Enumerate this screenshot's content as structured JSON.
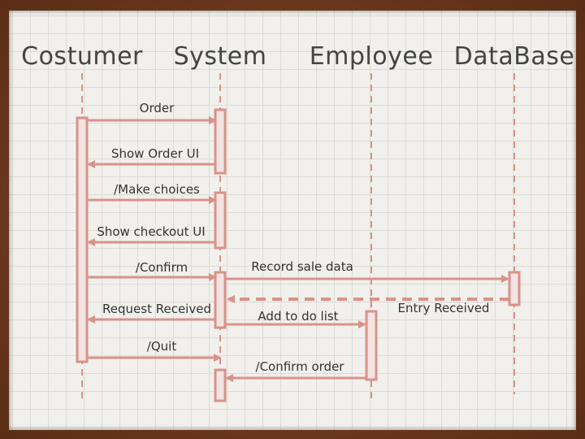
{
  "actors": {
    "costumer": "Costumer",
    "system": "System",
    "employee": "Employee",
    "database": "DataBase"
  },
  "messages": {
    "order": "Order",
    "show_order_ui": "Show Order UI",
    "make_choices": "/Make choices",
    "show_checkout_ui": "Show checkout UI",
    "confirm": "/Confirm",
    "record_sale_data": "Record sale data",
    "entry_received": "Entry Received",
    "request_received": "Request Received",
    "add_to_do_list": "Add to do list",
    "quit": "/Quit",
    "confirm_order": "/Confirm order"
  },
  "colors": {
    "arrow": "#d9928a",
    "lifeline": "#d9928a",
    "activation_fill": "#f3e4e1",
    "text": "#333333"
  }
}
